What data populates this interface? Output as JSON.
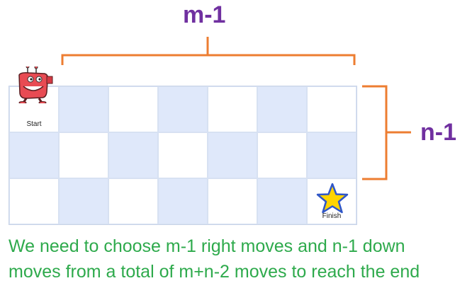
{
  "labels": {
    "top": "m-1",
    "right": "n-1"
  },
  "grid": {
    "rows": 3,
    "cols": 7,
    "start_label": "Start",
    "finish_label": "Finish"
  },
  "caption": {
    "line1": "We need to choose m-1 right moves and n-1 down",
    "line2": "moves from a total of m+n-2 moves to reach the end"
  },
  "icons": {
    "start": "robot-icon",
    "finish": "star-icon"
  },
  "colors": {
    "label": "#7030a0",
    "brace": "#ed7d31",
    "caption": "#2eaa4c",
    "shade": "#dfe8fa",
    "star": "#ffd400",
    "robot": "#e84b53"
  }
}
